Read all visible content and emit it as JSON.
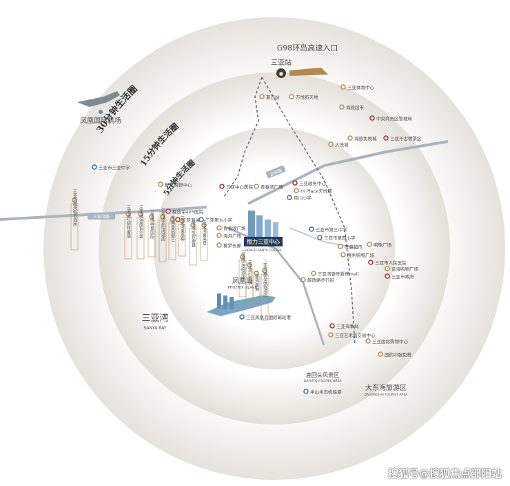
{
  "rings": [
    "30分钟生活圈",
    "15分钟生活圈",
    "5分钟生活圈"
  ],
  "highway": "G98环岛高速入口",
  "station": "三亚站",
  "airport": "凤凰国际机场",
  "bay": {
    "cn": "三亚湾",
    "en": "SANYA BAY"
  },
  "island": {
    "cn": "凤凰岛",
    "en": "PHOENIX ISLAND"
  },
  "scenic1": {
    "cn": "鹿回头风景区",
    "en": "LUHUITOU SCENIC AREA"
  },
  "scenic2": {
    "cn": "大东海旅游区",
    "en": "DADONGHAI TOURIST AREA"
  },
  "project": {
    "cn": "恒力三亚中心",
    "en": "HENGLI SANYA CENTER"
  },
  "road_tag1": "三亚湾路",
  "road_tag2": "迎宾路",
  "pois": [
    "夏日站",
    "万悦新天地",
    "三亚体育中心",
    "海旅超市",
    "中央商务区管理局",
    "海旅免税城",
    "三亚千古情景区",
    "大悦城",
    "三亚市三亚中学",
    "鲜芝购物中心",
    "三亚中心医院",
    "青春颂广场",
    "三亚政务中心",
    "Hi Place天悦城",
    "月川小学",
    "解放军425医院",
    "三亚海关",
    "三亚第九小学",
    "青春颂广场",
    "海月广场",
    "椰梦长廊",
    "三亚市第三中学",
    "三亚市第四小学",
    "旺豪超市",
    "明珠广场",
    "胜利购物广场",
    "三亚市人民医院",
    "蓝海购物广场",
    "三亚市政府",
    "三亚湾壹号新博mall",
    "解放路步行街",
    "三亚凤凰岛国际邮轮港",
    "三亚海事局",
    "三亚艺术品交易中心",
    "三亚国际购物中心",
    "国药中服免税",
    "半山半岛帆船港"
  ],
  "hotels": [
    "三亚凤凰湾假日酒店",
    "三亚湾红树林度假",
    "三亚湾海居铂尔曼",
    "三亚湾维景国际",
    "三亚湾太阳湾酒店",
    "三亚湾皇冠假日",
    "三亚湾美高梅",
    "三亚湾凯宾斯基",
    "三亚湾喜来登",
    "三亚湾海韵酒店",
    "三亚湾红树林",
    "三亚湾鹿港",
    "三亚凤凰岛度假酒店"
  ],
  "watermark": "搜狐号@搜狐焦点邵阳站",
  "colors": {
    "accent": "#b38a4d",
    "ring": "#ece9e3",
    "road": "#a9b4c2",
    "rail": "#5f6b78"
  }
}
